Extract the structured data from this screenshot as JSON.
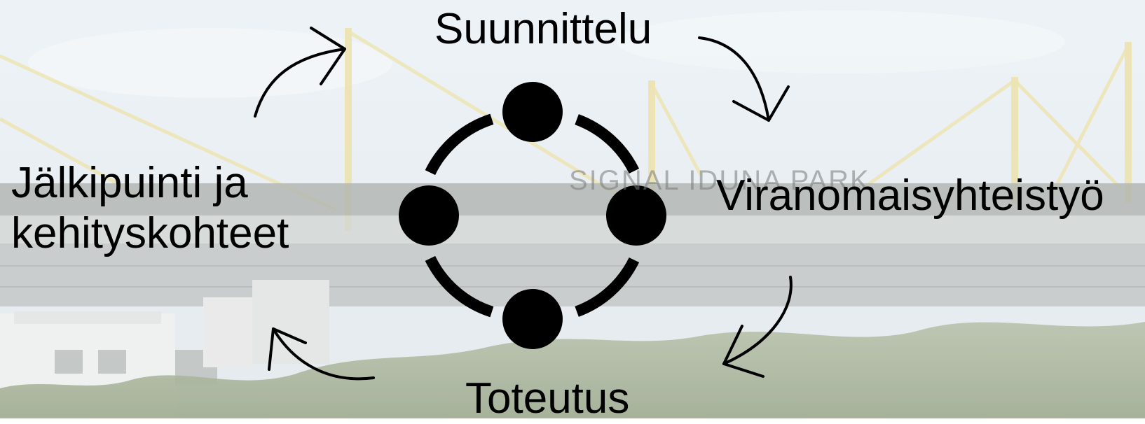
{
  "diagram": {
    "stages": {
      "top": "Suunnittelu",
      "right": "Viranomaisyhteistyö",
      "bottom": "Toteutus",
      "left_line1": "Jälkipuinti ja",
      "left_line2": "kehityskohteet"
    },
    "cycle_direction": "clockwise",
    "node_count": 4,
    "colors": {
      "nodes": "#000000",
      "arrows": "#000000",
      "text": "#000000"
    }
  },
  "background": {
    "sign_text": "SIGNAL IDUNA PARK",
    "description_colors": {
      "sky": "#e6eef4",
      "roof": "#8f9692",
      "trees": "#6f7f5e",
      "masts": "#e6d98a"
    }
  }
}
